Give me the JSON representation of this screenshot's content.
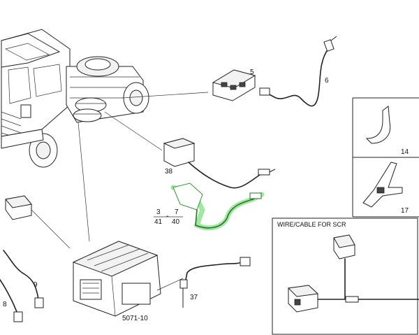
{
  "parts": {
    "p5": "5",
    "p6": "6",
    "p14": "14",
    "p17": "17",
    "p38": "38",
    "p3": "3",
    "p7": "7",
    "p41": "41",
    "p40": "40",
    "dash": "-",
    "p9": "9",
    "p8": "8",
    "p37": "37",
    "p5071": "5071-10"
  },
  "inset": {
    "header": "WIRE/CABLE FOR SCR"
  },
  "colors": {
    "highlight": "#7fe07f",
    "line": "#222222"
  }
}
